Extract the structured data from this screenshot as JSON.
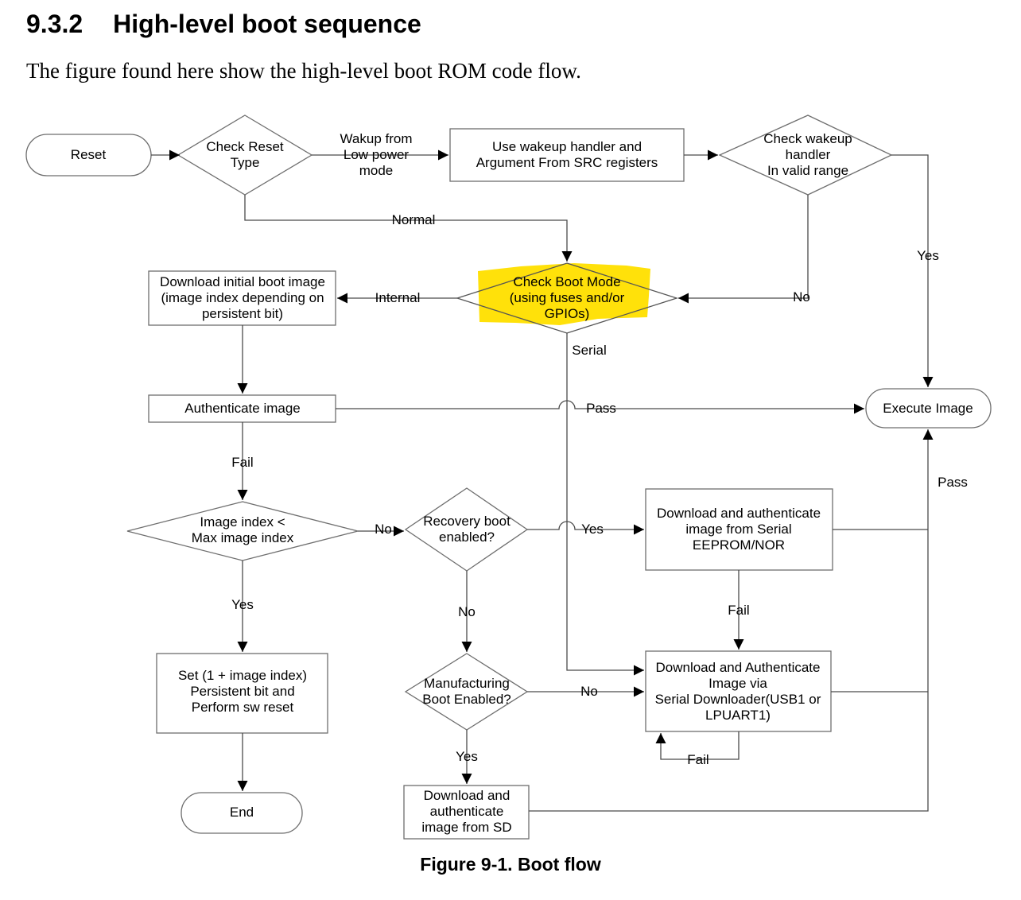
{
  "document": {
    "section_number": "9.3.2",
    "section_title": "High-level boot sequence",
    "intro_text": "The figure found here show the high-level boot ROM code flow.",
    "figure_caption": "Figure 9-1. Boot flow"
  },
  "colors": {
    "highlight_yellow": "#ffe10a",
    "line_gray": "#4a4a4a",
    "shape_border_gray": "#6e6e6e",
    "arrow_black": "#000000"
  },
  "flowchart": {
    "nodes": {
      "reset": "Reset",
      "check_reset_type": "Check Reset\nType",
      "use_wakeup_handler": "Use wakeup handler and\nArgument From SRC registers",
      "check_wakeup_handler": "Check wakeup\nhandler\nIn valid range",
      "check_boot_mode": "Check Boot Mode\n(using fuses and/or\nGPIOs)",
      "download_initial_boot_image": "Download initial boot image\n(image index depending on\npersistent bit)",
      "authenticate_image": "Authenticate image",
      "execute_image": "Execute Image",
      "image_index_check": "Image index <\nMax image index",
      "recovery_boot_enabled": "Recovery boot\nenabled?",
      "download_serial_eeprom": "Download and authenticate\nimage from Serial\nEEPROM/NOR",
      "set_persistent_bit": "Set (1 + image index)\nPersistent bit and\nPerform sw reset",
      "manufacturing_boot_enabled": "Manufacturing\nBoot Enabled?",
      "download_serial_downloader": "Download and Authenticate\nImage via\nSerial Downloader(USB1 or\nLPUART1)",
      "download_sd": "Download and\nauthenticate\nimage from SD",
      "end": "End"
    },
    "edge_labels": {
      "wakeup_from_low_power": "Wakup from\nLow power\nmode",
      "normal": "Normal",
      "yes_wakeup": "Yes",
      "no_wakeup": "No",
      "internal": "Internal",
      "serial": "Serial",
      "pass_authenticate": "Pass",
      "fail_authenticate": "Fail",
      "no_image_index": "No",
      "yes_image_index": "Yes",
      "yes_recovery": "Yes",
      "no_recovery": "No",
      "fail_eeprom": "Fail",
      "no_manufacturing": "No",
      "yes_manufacturing": "Yes",
      "fail_serial_downloader": "Fail",
      "pass_to_execute": "Pass"
    }
  }
}
